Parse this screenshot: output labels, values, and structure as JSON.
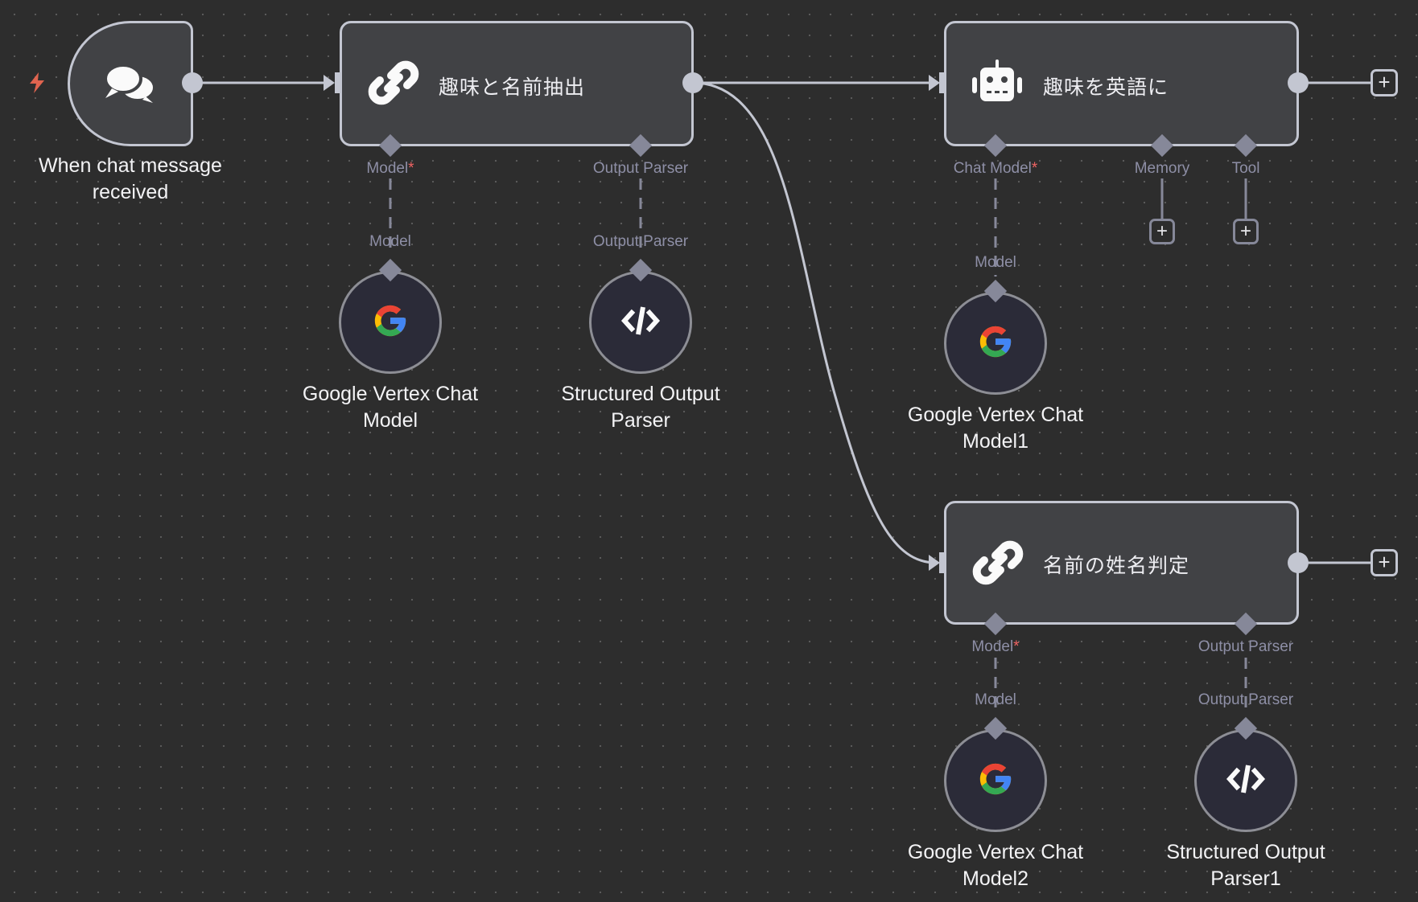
{
  "canvas": {
    "colors": {
      "background": "#2d2d2d",
      "node_fill": "#414245",
      "node_border": "#c3c6d1",
      "sub_node_fill": "#2b2b38",
      "handle": "#868899",
      "required_marker": "#ef6363",
      "trigger_bolt": "#e0644f"
    }
  },
  "nodes": {
    "trigger": {
      "label": "When chat message\nreceived",
      "icon": "chat-bubbles-icon",
      "badge_icon": "lightning-bolt-icon"
    },
    "chain1": {
      "title": "趣味と名前抽出",
      "icon": "chain-link-icon",
      "handles": {
        "model": "Model",
        "model_required": "*",
        "output_parser": "Output Parser"
      }
    },
    "agent": {
      "title": "趣味を英語に",
      "icon": "robot-icon",
      "handles": {
        "chat_model": "Chat Model",
        "chat_model_required": "*",
        "memory": "Memory",
        "tool": "Tool"
      }
    },
    "chain2": {
      "title": "名前の姓名判定",
      "icon": "chain-link-icon",
      "handles": {
        "model": "Model",
        "model_required": "*",
        "output_parser": "Output Parser"
      }
    },
    "vertex0": {
      "label": "Google Vertex Chat\nModel",
      "handle": "Model",
      "icon": "google-g-icon"
    },
    "parser0": {
      "label": "Structured Output\nParser",
      "handle": "Output Parser",
      "icon": "code-icon"
    },
    "vertex1": {
      "label": "Google Vertex Chat\nModel1",
      "handle": "Model",
      "icon": "google-g-icon"
    },
    "vertex2": {
      "label": "Google Vertex Chat\nModel2",
      "handle": "Model",
      "icon": "google-g-icon"
    },
    "parser1": {
      "label": "Structured Output\nParser1",
      "handle": "Output Parser",
      "icon": "code-icon"
    }
  },
  "buttons": {
    "plus": "+"
  }
}
